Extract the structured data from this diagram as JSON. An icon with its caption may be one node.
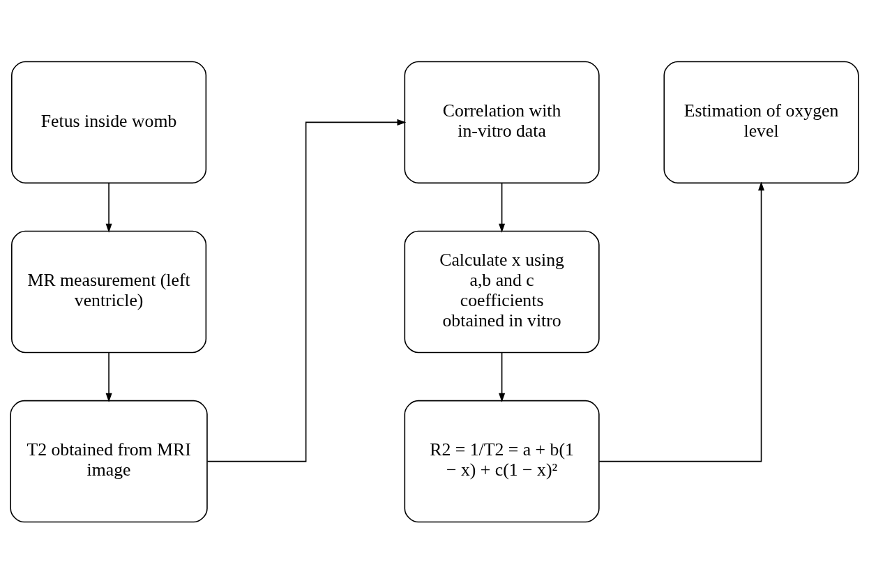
{
  "diagram": {
    "nodes": [
      {
        "text": [
          "Fetus inside womb"
        ]
      },
      {
        "text": [
          "MR measurement (left ventricle)"
        ]
      },
      {
        "text": [
          "T2 obtained from MRI image"
        ]
      },
      {
        "text": [
          "Correlation with in-vitro data"
        ]
      },
      {
        "text": [
          "Calculate x using a,b and c coefficients obtained in vitro"
        ]
      },
      {
        "text": [
          "R2 = 1/T2 = a + b(1 − x) + c(1 − x)²"
        ]
      },
      {
        "text": [
          "Estimation of oxygen level"
        ]
      }
    ],
    "edges": [
      {
        "from": 0,
        "to": 1,
        "arrow": "to"
      },
      {
        "from": 1,
        "to": 2,
        "arrow": "to"
      },
      {
        "from": 2,
        "to": 3,
        "arrow": "to"
      },
      {
        "from": 3,
        "to": 4,
        "arrow": "to"
      },
      {
        "from": 4,
        "to": 5,
        "arrow": "to"
      },
      {
        "from": 5,
        "to": 6,
        "arrow": "to"
      }
    ]
  }
}
